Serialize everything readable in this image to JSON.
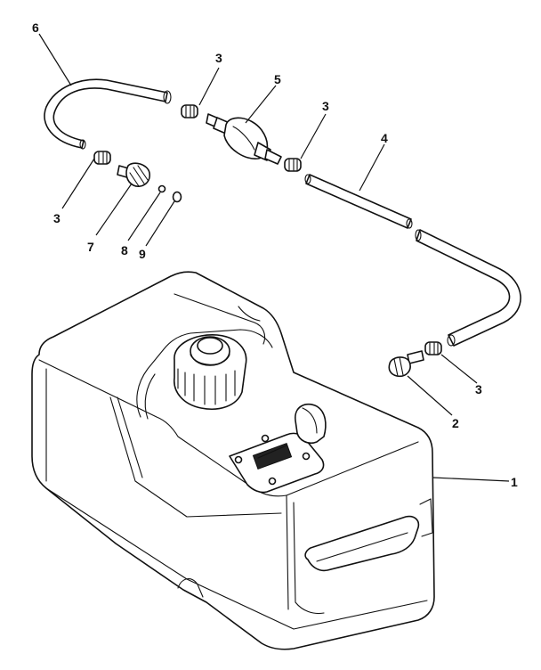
{
  "callouts": {
    "tank": "1",
    "tank_fitting": "2",
    "clamp_top_left": "3",
    "clamp_top_mid": "3",
    "clamp_right_of_bulb": "3",
    "clamp_bottom_right": "3",
    "hose_long": "4",
    "primer_bulb": "5",
    "hose_engine": "6",
    "engine_connector": "7",
    "small_oring": "8",
    "large_oring": "9"
  }
}
